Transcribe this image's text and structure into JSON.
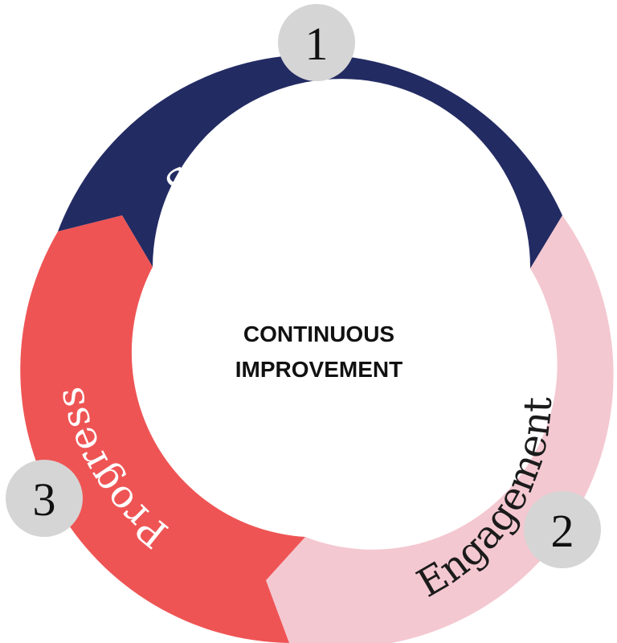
{
  "diagram": {
    "center": {
      "line1": "CONTINUOUS",
      "line2": "IMPROVEMENT"
    },
    "steps": [
      {
        "number": "1",
        "label": "Self-Assessment",
        "color": "#232b63",
        "text_color": "#ffffff"
      },
      {
        "number": "2",
        "label": "Engagement",
        "color": "#f4c8d1",
        "text_color": "#1b1b1b"
      },
      {
        "number": "3",
        "label": "Progress",
        "color": "#ef5454",
        "text_color": "#ffffff"
      }
    ],
    "badge_color": "#d5d5d5"
  }
}
